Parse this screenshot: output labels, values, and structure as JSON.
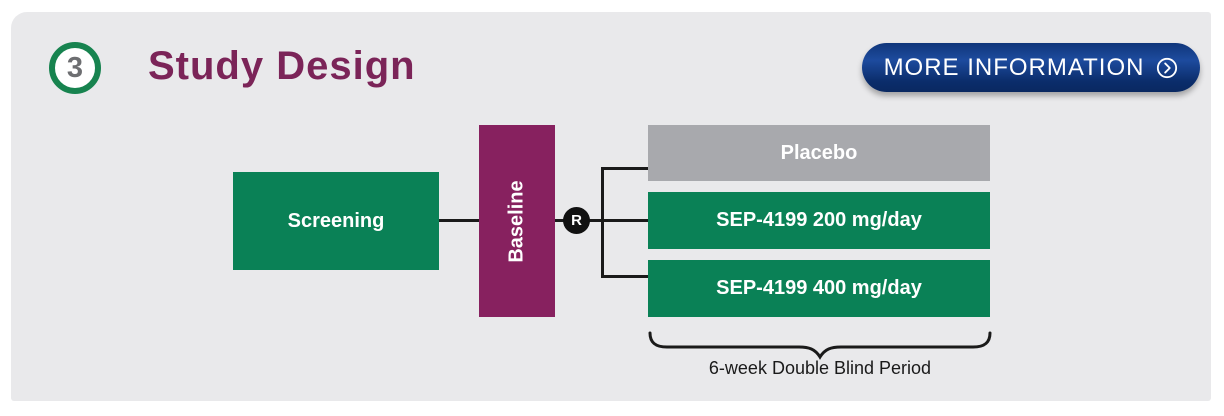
{
  "card": {
    "step_number": "3",
    "title": "Study Design",
    "button": {
      "label": "MORE INFORMATION"
    }
  },
  "diagram": {
    "screening_label": "Screening",
    "baseline_label": "Baseline",
    "randomization_label": "R",
    "arms": [
      {
        "label": "Placebo",
        "color": "#a8a9ad"
      },
      {
        "label": "SEP-4199 200 mg/day",
        "color": "#0a8156"
      },
      {
        "label": "SEP-4199 400 mg/day",
        "color": "#0a8156"
      }
    ],
    "period_caption": "6-week Double Blind Period"
  },
  "colors": {
    "panel_bg": "#e9e9eb",
    "accent_green": "#0a8156",
    "accent_plum": "#87215f",
    "title_plum": "#7b2458",
    "placebo_gray": "#a8a9ad",
    "button_navy": "#0d2f6e",
    "badge_ring_green": "#17834f",
    "line_black": "#1a1a1a"
  }
}
